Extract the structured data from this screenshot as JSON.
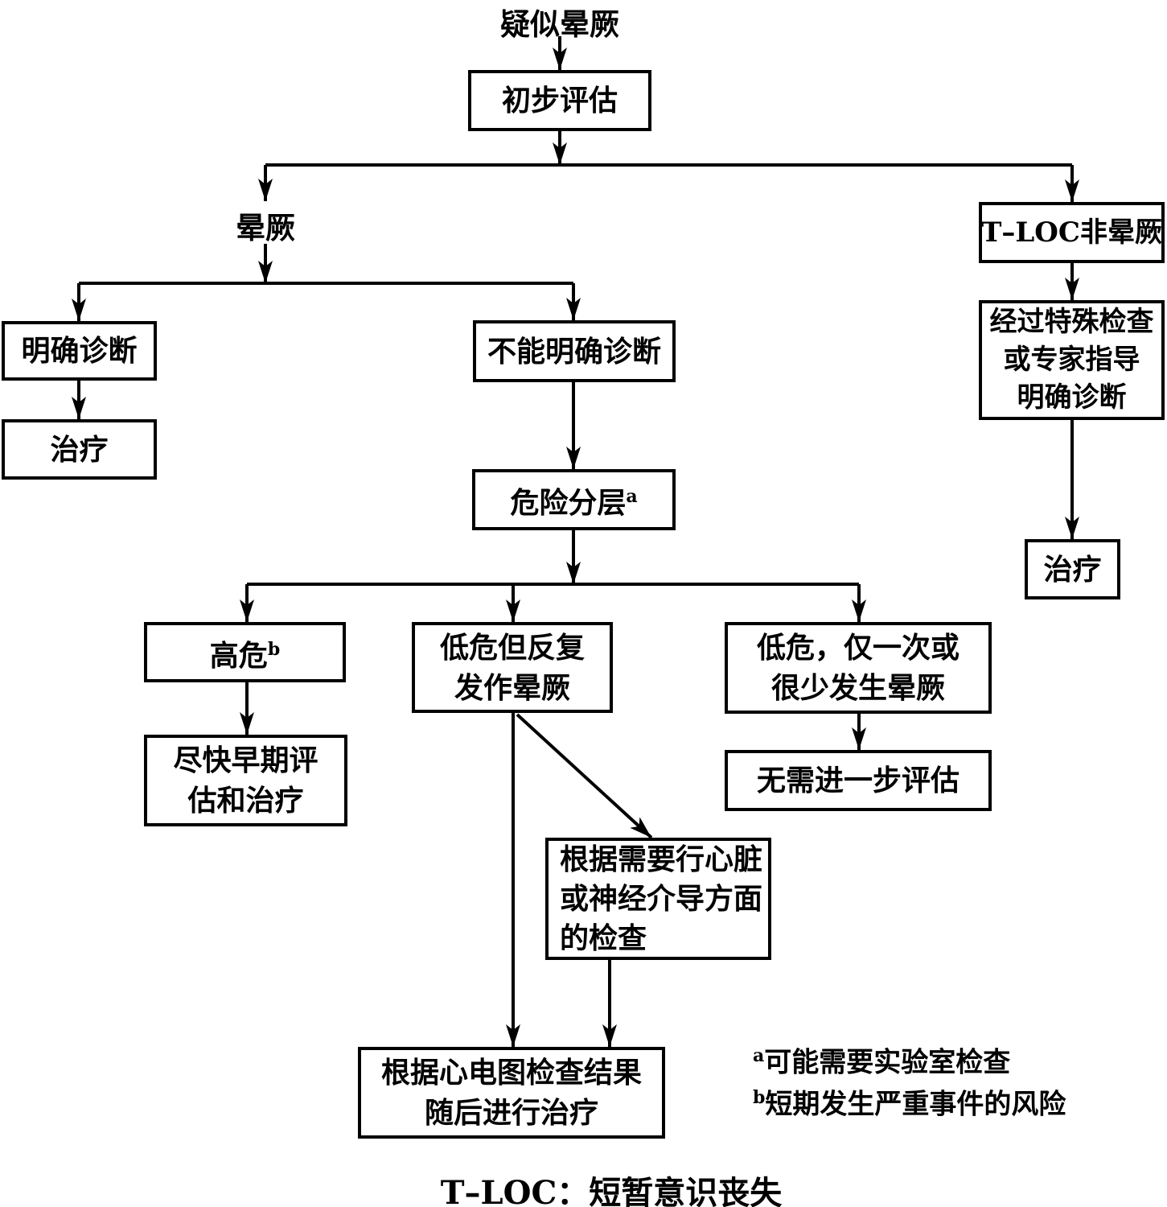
{
  "title_label": "疑似晕厥",
  "nodes": {
    "initial_eval": {
      "label": "初步评估"
    },
    "syncope_label": "晕厥",
    "tloc_nonsyncope": {
      "label": "T–LOC非晕厥"
    },
    "definite_dx": {
      "label": "明确诊断"
    },
    "treat_left": {
      "label": "治疗"
    },
    "cannot_dx": {
      "label": "不能明确诊断"
    },
    "risk_strat": {
      "label": "危险分层",
      "sup": "a"
    },
    "special_exam": {
      "lines": [
        "经过特殊检查",
        "或专家指导",
        "明确诊断"
      ]
    },
    "treat_right": {
      "label": "治疗"
    },
    "high_risk": {
      "label": "高危",
      "sup": "b"
    },
    "low_recur": {
      "lines": [
        "低危但反复",
        "发作晕厥"
      ]
    },
    "low_rare": {
      "lines": [
        "低危，仅一次或",
        "很少发生晕厥"
      ]
    },
    "no_further": {
      "label": "无需进一步评估"
    },
    "early_eval": {
      "lines": [
        "尽快早期评",
        "估和治疗"
      ]
    },
    "tests_needed": {
      "lines": [
        "根据需要行心脏",
        "或神经介导方面",
        "的检查"
      ]
    },
    "ecg_treat": {
      "lines": [
        "根据心电图检查结果",
        "随后进行治疗"
      ]
    }
  },
  "footnotes": [
    {
      "sup": "a",
      "text": "可能需要实验室检查"
    },
    {
      "sup": "b",
      "text": "短期发生严重事件的风险"
    }
  ],
  "caption": "T–LOC：短暂意识丧失",
  "colors": {
    "line": "#000000",
    "background": "#ffffff",
    "text": "#000000"
  }
}
